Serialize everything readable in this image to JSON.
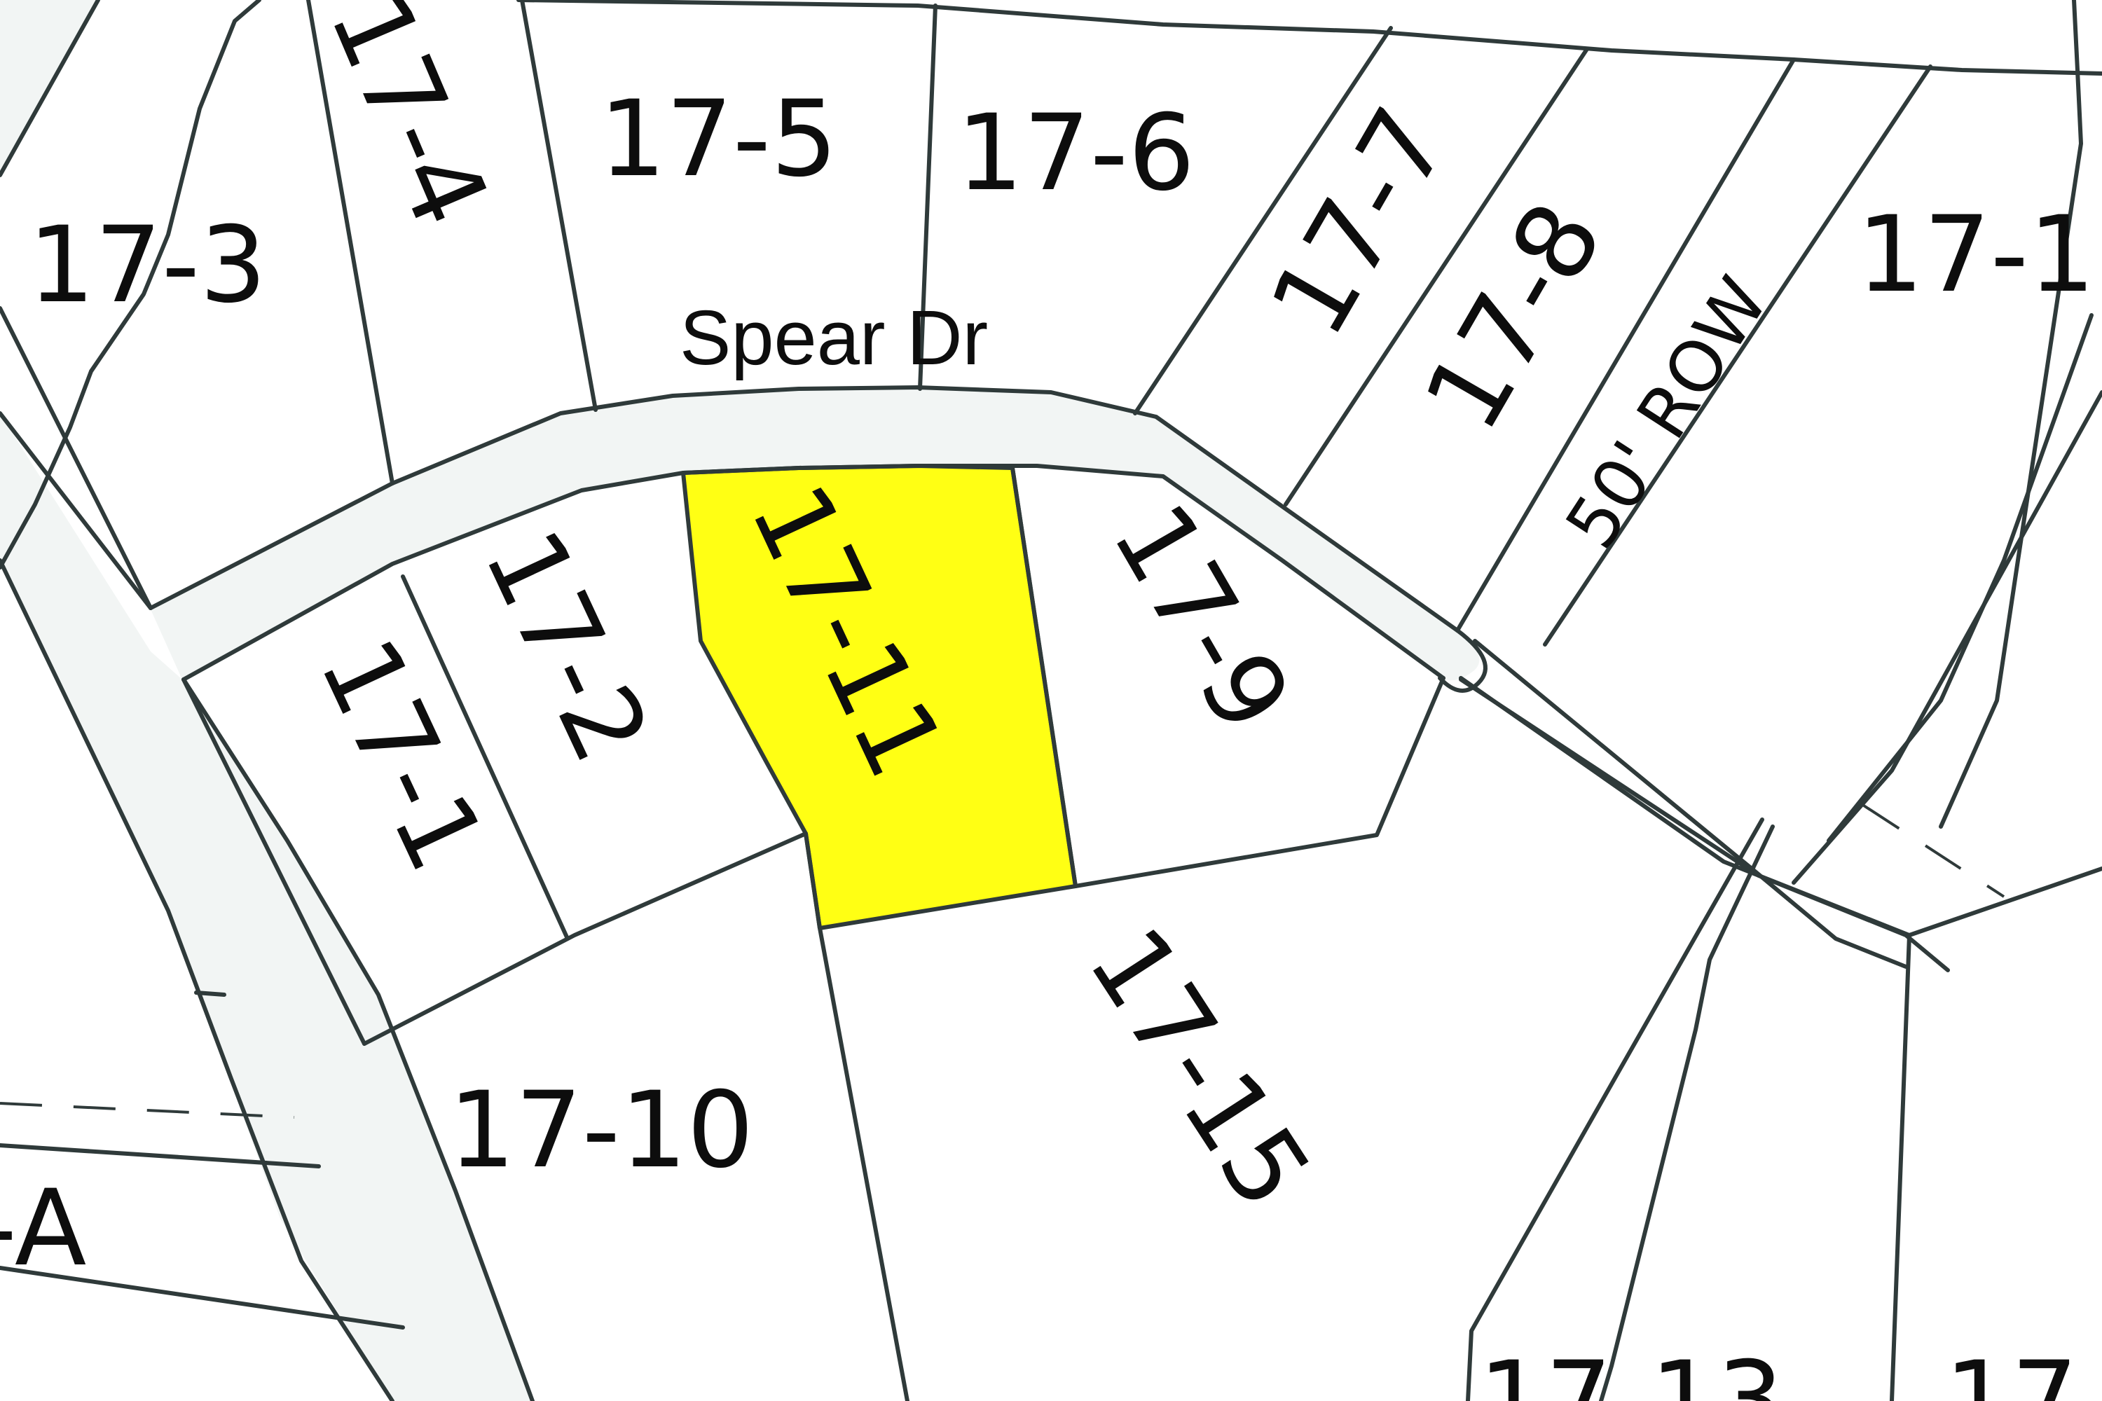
{
  "map": {
    "colors": {
      "background": "#ffffff",
      "road_fill": "#f2f5f4",
      "parcel_line": "#2f3a3a",
      "highlight_fill": "#ffff14",
      "label": "#0d0d0d"
    },
    "road_label": "Spear Dr",
    "row_label": "50' ROW",
    "highlighted_parcel": "17-11",
    "parcels": {
      "p17_1": "17-1",
      "p17_2": "17-2",
      "p17_3": "17-3",
      "p17_4": "17-4",
      "p17_5": "17-5",
      "p17_6": "17-6",
      "p17_7": "17-7",
      "p17_8": "17-8",
      "p17_9": "17-9",
      "p17_10": "17-10",
      "p17_11": "17-11",
      "p17_12_partial": "17-1",
      "p17_13": "17-13",
      "p17_14_partial": "17",
      "p17_15": "17-15",
      "p_a_partial": "-A"
    }
  }
}
